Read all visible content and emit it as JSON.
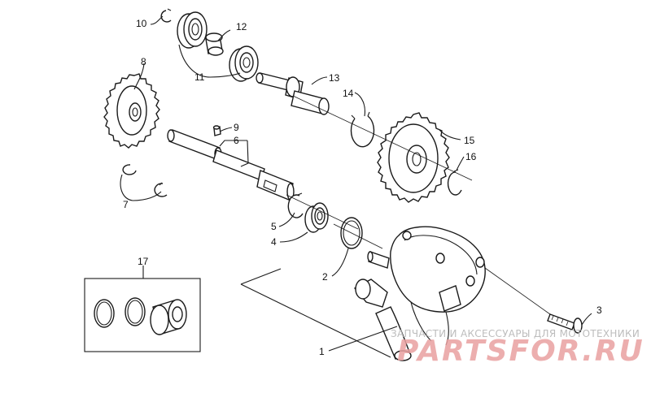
{
  "diagram": {
    "callouts": [
      "1",
      "2",
      "3",
      "4",
      "5",
      "6",
      "7",
      "8",
      "9",
      "10",
      "11",
      "12",
      "13",
      "14",
      "15",
      "16",
      "17"
    ]
  },
  "watermark": {
    "tagline": "ЗАПЧАСТИ И АКСЕССУАРЫ ДЛЯ МОТОТЕХНИКИ",
    "logo_text": "PARTSFOR.RU",
    "logo_color": "#e9a0a0"
  }
}
